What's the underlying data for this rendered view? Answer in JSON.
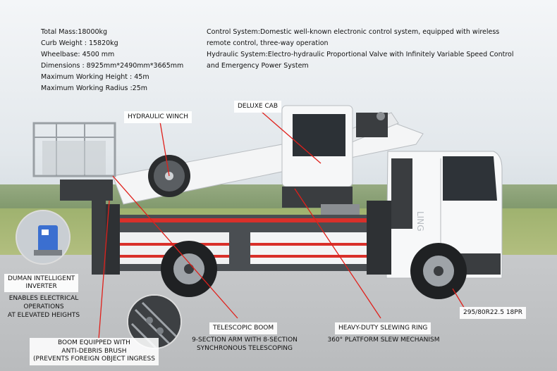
{
  "specs_left": [
    "Total Mass:18000kg",
    "Curb Weight :  15820kg",
    "Wheelbase:  4500 mm",
    "Dimensions :  8925mm*2490mm*3665mm",
    "Maximum Working Height :  45m",
    "Maximum Working Radius :25m"
  ],
  "specs_right": [
    "Control System:Domestic well-known electronic control system, equipped with wireless",
    "remote control, three-way operation",
    "Hydraulic System:Electro-hydraulic Proportional Valve with Infinitely Variable Speed Control",
    "and Emergency Power System"
  ],
  "labels": {
    "hydraulic_winch": "HYDRAULIC WINCH",
    "deluxe_cab": "DELUXE CAB",
    "inverter_title": "DUMAN INTELLIGENT INVERTER",
    "inverter_line1": "DUMAN INTELLIGENT",
    "inverter_line2": "INVERTER",
    "inverter_desc1": "ENABLES ELECTRICAL",
    "inverter_desc2": "OPERATIONS",
    "inverter_desc3": "AT ELEVATED HEIGHTS",
    "tire": "295/80R22.5 18PR",
    "telescopic_boom": "TELESCOPIC BOOM",
    "boom_desc1": "9-SECTION ARM WITH 8-SECTION",
    "boom_desc2": "SYNCHRONOUS TELESCOPING",
    "slewing_ring": "HEAVY-DUTY SLEWING RING",
    "slewing_desc": "360° PLATFORM SLEW MECHANISM",
    "brush1": "BOOM EQUIPPED WITH",
    "brush2": "ANTI-DEBRIS BRUSH",
    "brush3": "(PREVENTS FOREIGN OBJECT INGRESS"
  },
  "truck_brand_text": "LING",
  "colors": {
    "leader": "#e0201b",
    "body": "#f4f5f6",
    "chassis": "#3a3d40",
    "stripe": "#d9302a"
  }
}
